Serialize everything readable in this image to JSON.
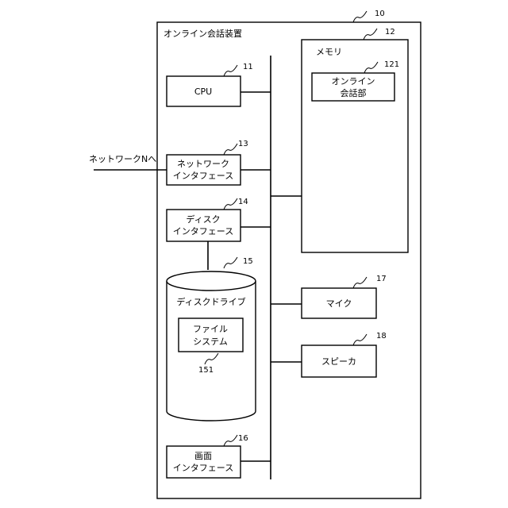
{
  "device": {
    "label": "オンライン会話装置",
    "ref": "10"
  },
  "cpu": {
    "label": "CPU",
    "ref": "11"
  },
  "memory": {
    "label": "メモリ",
    "ref": "12"
  },
  "online_conversation_unit": {
    "line1": "オンライン",
    "line2": "会話部",
    "ref": "121"
  },
  "network_interface": {
    "line1": "ネットワーク",
    "line2": "インタフェース",
    "ref": "13"
  },
  "network_label": "ネットワークNへ",
  "disk_interface": {
    "line1": "ディスク",
    "line2": "インタフェース",
    "ref": "14"
  },
  "disk_drive": {
    "label": "ディスクドライブ",
    "ref": "15"
  },
  "file_system": {
    "line1": "ファイル",
    "line2": "システム",
    "ref": "151"
  },
  "screen_interface": {
    "line1": "画面",
    "line2": "インタフェース",
    "ref": "16"
  },
  "microphone": {
    "label": "マイク",
    "ref": "17"
  },
  "speaker": {
    "label": "スピーカ",
    "ref": "18"
  }
}
